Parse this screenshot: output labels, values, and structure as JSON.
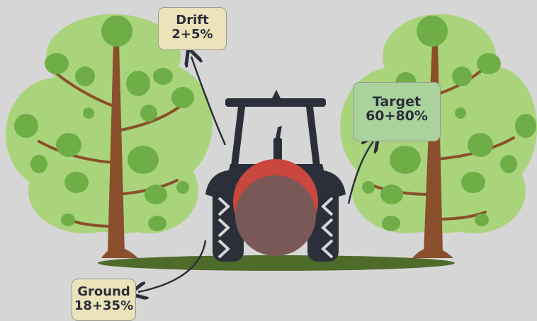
{
  "labels": {
    "drift": {
      "title": "Drift",
      "value": "2+5%"
    },
    "target": {
      "title": "Target",
      "value": "60+80%"
    },
    "ground": {
      "title": "Ground",
      "value": "18+35%"
    }
  },
  "colors": {
    "background": "#d6d6d6",
    "foliage_light": "#a9d47c",
    "foliage_dark": "#6fae46",
    "trunk": "#8a4f2c",
    "tractor": "#2b2f3a",
    "tank_red": "#c9473c",
    "tank_brown": "#7b5858",
    "ground": "#4f6b2a",
    "drift_box": "#ece3bb",
    "target_box": "#a9d29c"
  },
  "icons": {
    "tractor": "tractor-rear-view-icon",
    "tree": "tree-icon"
  }
}
